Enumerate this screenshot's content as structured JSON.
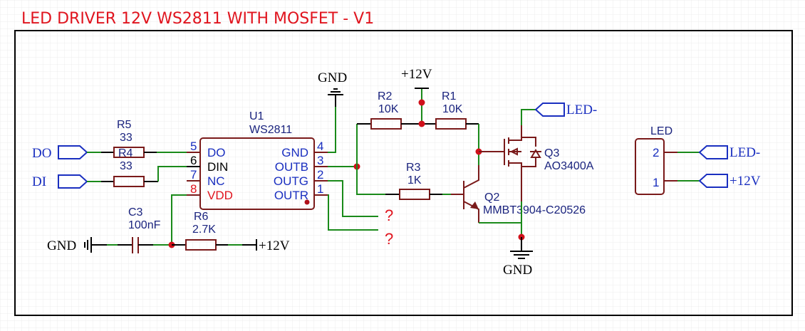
{
  "title": "LED DRIVER 12V WS2811 WITH MOSFET - V1",
  "colors": {
    "title": "#e0141e",
    "wire": "#1a8a1a",
    "body": "#7a1a1a",
    "label": "#1a237e",
    "port": "#1a2fc0",
    "junction": "#d0101a"
  },
  "ports": {
    "do": "DO",
    "di": "DI",
    "gnd_left": "GND",
    "vcc_left": "+12V",
    "gnd_top": "GND",
    "vcc_top": "+12V",
    "gnd_bottom": "GND",
    "led_minus_q3": "LED-",
    "led_minus_conn": "LED-",
    "vcc_conn": "+12V"
  },
  "components": {
    "r5": {
      "ref": "R5",
      "value": "33"
    },
    "r4": {
      "ref": "R4",
      "value": "33"
    },
    "u1": {
      "ref": "U1",
      "value": "WS2811",
      "left_pins": [
        {
          "num": "5",
          "name": "DO"
        },
        {
          "num": "6",
          "name": "DIN"
        },
        {
          "num": "7",
          "name": "NC"
        },
        {
          "num": "8",
          "name": "VDD"
        }
      ],
      "right_pins": [
        {
          "num": "4",
          "name": "GND"
        },
        {
          "num": "3",
          "name": "OUTB"
        },
        {
          "num": "2",
          "name": "OUTG"
        },
        {
          "num": "1",
          "name": "OUTR"
        }
      ]
    },
    "c3": {
      "ref": "C3",
      "value": "100nF"
    },
    "r6": {
      "ref": "R6",
      "value": "2.7K"
    },
    "r2": {
      "ref": "R2",
      "value": "10K"
    },
    "r1": {
      "ref": "R1",
      "value": "10K"
    },
    "r3": {
      "ref": "R3",
      "value": "1K"
    },
    "q2": {
      "ref": "Q2",
      "value": "MMBT3904-C20526"
    },
    "q3": {
      "ref": "Q3",
      "value": "AO3400A"
    },
    "led": {
      "ref": "LED",
      "pins": [
        "2",
        "1"
      ]
    }
  },
  "unconnected": [
    "?",
    "?"
  ]
}
